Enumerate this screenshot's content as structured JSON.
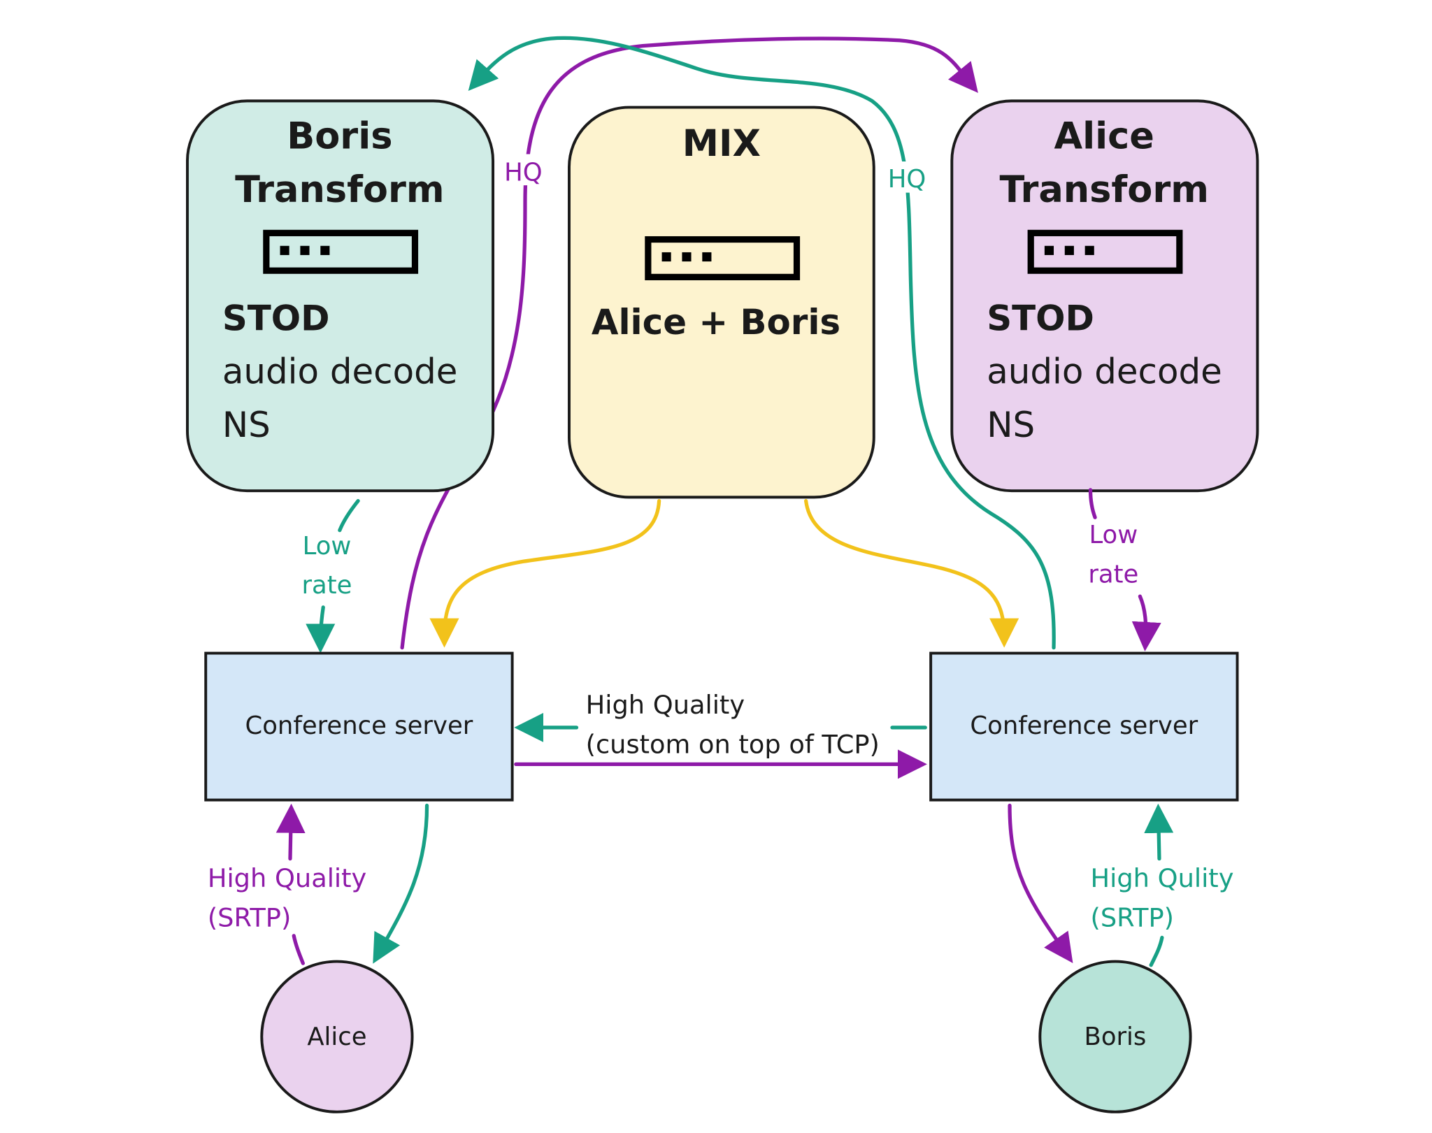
{
  "colors": {
    "teal": "#17a085",
    "purple": "#8e1aa8",
    "yellow": "#f2c21b",
    "boris_fill": "#d0ece6",
    "mix_fill": "#fdf3cf",
    "alice_fill": "#ead2ee",
    "server_fill": "#d4e7f8",
    "alice_user_fill": "#ead2ee",
    "boris_user_fill": "#b7e3d8"
  },
  "boris_transform": {
    "title_line1": "Boris",
    "title_line2": "Transform",
    "icon": "server-rack-icon",
    "stage1": "STOD",
    "stage2": "audio decode",
    "stage3": "NS"
  },
  "mix": {
    "title": "MIX",
    "icon": "server-rack-icon",
    "content": "Alice + Boris"
  },
  "alice_transform": {
    "title_line1": "Alice",
    "title_line2": "Transform",
    "icon": "server-rack-icon",
    "stage1": "STOD",
    "stage2": "audio decode",
    "stage3": "NS"
  },
  "left_server": {
    "label": "Conference server"
  },
  "right_server": {
    "label": "Conference server"
  },
  "alice_user": {
    "label": "Alice"
  },
  "boris_user": {
    "label": "Boris"
  },
  "labels": {
    "hq_left": "HQ",
    "hq_right": "HQ",
    "low_rate_left_1": "Low",
    "low_rate_left_2": "rate",
    "low_rate_right_1": "Low",
    "low_rate_right_2": "rate",
    "inter_server_1": "High Quality",
    "inter_server_2": "(custom on top of TCP)",
    "alice_link_1": "High Quality",
    "alice_link_2": "(SRTP)",
    "boris_link_1": "High Qulity",
    "boris_link_2": "(SRTP)"
  }
}
